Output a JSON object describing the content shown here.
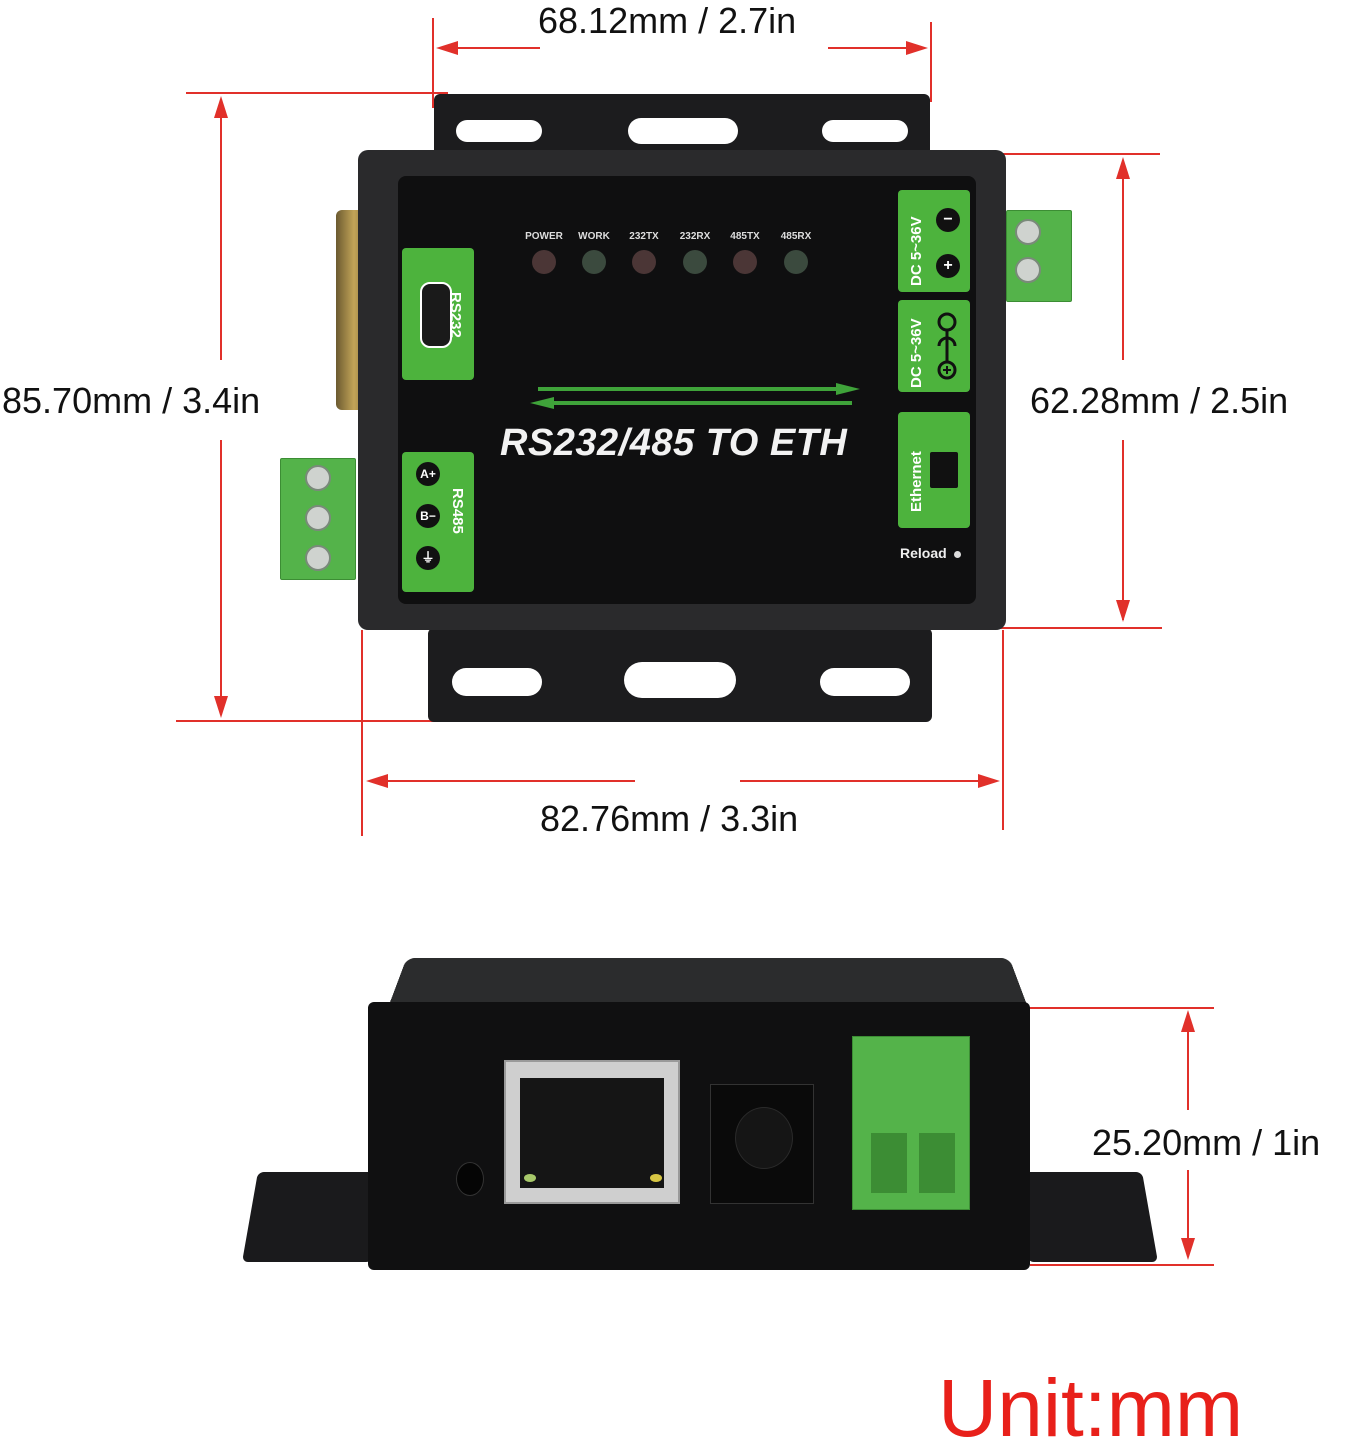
{
  "dimensions": {
    "top_width": "68.12mm / 2.7in",
    "overall_height": "85.70mm / 3.4in",
    "body_height": "62.28mm / 2.5in",
    "overall_width": "82.76mm / 3.3in",
    "depth": "25.20mm / 1in"
  },
  "device": {
    "title": "RS232/485 TO ETH",
    "leds": [
      {
        "label": "POWER",
        "color": "#5a3c3c"
      },
      {
        "label": "WORK",
        "color": "#4a5a4c"
      },
      {
        "label": "232TX",
        "color": "#5a3c3c"
      },
      {
        "label": "232RX",
        "color": "#4a5a4c"
      },
      {
        "label": "485TX",
        "color": "#5a3c3c"
      },
      {
        "label": "485RX",
        "color": "#4a5a4c"
      }
    ],
    "left_panels": {
      "rs232": "RS232",
      "rs485": "RS485",
      "rs485_pins": [
        "A+",
        "B−",
        "⏚"
      ]
    },
    "right_panels": {
      "dc_terminal": "DC 5~36V",
      "dc_terminal_minus": "−",
      "dc_terminal_plus": "+",
      "dc_jack": "DC 5~36V",
      "ethernet": "Ethernet",
      "reload": "Reload"
    }
  },
  "unit_note": "Unit:mm",
  "colors": {
    "dimension_line": "#e1302a",
    "panel_green": "#4db33d",
    "unit_text": "#e8201a"
  }
}
